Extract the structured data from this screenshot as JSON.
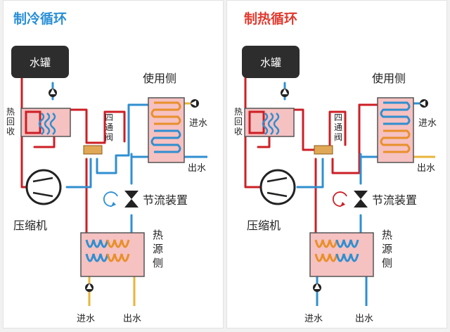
{
  "colors": {
    "hot_pipe": "#cc1f25",
    "cold_pipe": "#2f8fd0",
    "yellow_pipe": "#e8b53b",
    "tank": "#2d2d2d",
    "exchanger_fill": "#f6c1c1",
    "exchanger_border": "#555555",
    "title": "#e03a2f"
  },
  "panels": [
    {
      "title": "制冷循环",
      "title_color": "#2a8fd6",
      "tank_label": "水罐",
      "heat_recovery_label": [
        "热",
        "回",
        "收"
      ],
      "four_way_valve_label": [
        "四",
        "通",
        "阀"
      ],
      "user_side_label": "使用侧",
      "inlet_label": "进水",
      "outlet_label": "出水",
      "throttle_label": "节流装置",
      "compressor_label": "压缩机",
      "heat_source_label": [
        "热",
        "源",
        "侧"
      ],
      "bottom_inlet_label": "进水",
      "bottom_outlet_label": "出水",
      "rotation_arrow_color": "#2a8fd6"
    },
    {
      "title": "制热循环",
      "title_color": "#e03a2f",
      "tank_label": "水罐",
      "heat_recovery_label": [
        "热",
        "回",
        "收"
      ],
      "four_way_valve_label": [
        "四",
        "通",
        "阀"
      ],
      "user_side_label": "使用侧",
      "inlet_label": "进水",
      "outlet_label": "出水",
      "throttle_label": "节流装置",
      "compressor_label": "压缩机",
      "heat_source_label": [
        "热",
        "源",
        "侧"
      ],
      "bottom_inlet_label": "进水",
      "bottom_outlet_label": "出水",
      "rotation_arrow_color": "#cc1f25"
    }
  ]
}
